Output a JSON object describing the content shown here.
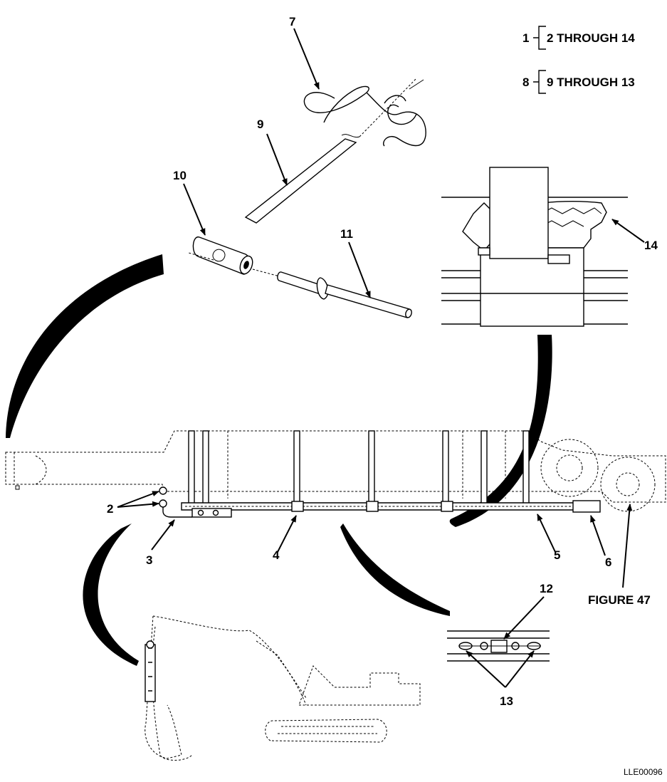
{
  "legend": {
    "row1": {
      "parent": "1",
      "child": "2 THROUGH 14"
    },
    "row2": {
      "parent": "8",
      "child": "9 THROUGH 13"
    }
  },
  "callouts": {
    "c2": "2",
    "c3": "3",
    "c4": "4",
    "c5": "5",
    "c6": "6",
    "c7": "7",
    "c9": "9",
    "c10": "10",
    "c11": "11",
    "c12": "12",
    "c13": "13",
    "c14": "14"
  },
  "figure_ref": "FIGURE 47",
  "figure_id": "LLE00096"
}
